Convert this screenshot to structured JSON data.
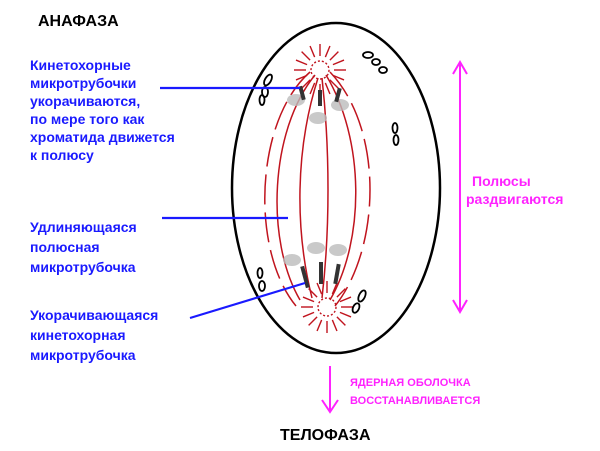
{
  "title": "АНАФАЗА",
  "next_phase": "ТЕЛОФАЗА",
  "labels": {
    "kinetochore_shortening": [
      "Кинетохорные",
      "микротрубочки",
      "укорачиваются,",
      "по мере того как",
      "хроматида движется",
      "к полюсу"
    ],
    "polar_elongating": [
      "Удлиняющаяся",
      "полюсная",
      "микротрубочка"
    ],
    "kinetochore_short": [
      "Укорачивающаяся",
      "кинетохорная",
      "микротрубочка"
    ],
    "poles": [
      "Полюсы",
      "раздвигаются"
    ],
    "envelope": [
      "ЯДЕРНАЯ ОБОЛОЧКА",
      "ВОССТАНАВЛИВАЕТСЯ"
    ]
  },
  "colors": {
    "label": "#1a1aff",
    "arrow": "#ff22ff",
    "spindle": "#c0141e",
    "cell": "#000000"
  }
}
